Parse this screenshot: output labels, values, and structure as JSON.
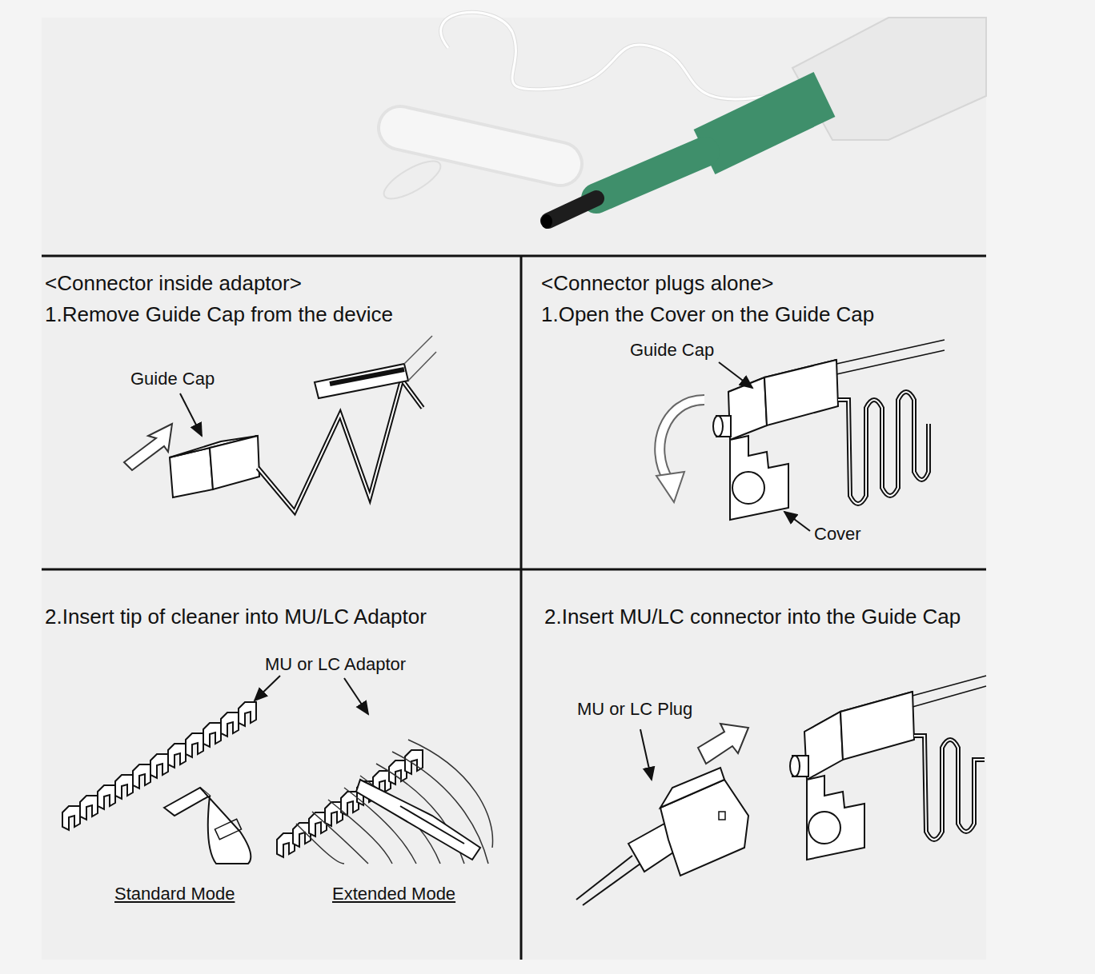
{
  "diagram": {
    "nodes": [
      {
        "text": [
          "<Connector inside adaptor>",
          "1.Remove Guide Cap from the device"
        ]
      },
      {
        "text": [
          "<Connector plugs alone>",
          "1.Open the Cover on the Guide Cap"
        ]
      },
      {
        "text": [
          "2.Insert tip of cleaner into MU/LC Adaptor"
        ]
      },
      {
        "text": [
          "2.Insert MU/LC connector into the Guide Cap"
        ]
      }
    ],
    "labels": [
      "Guide Cap",
      "Guide Cap",
      "Cover",
      "MU or LC Adaptor",
      "Standard Mode",
      "Extended Mode",
      "MU or LC Plug"
    ]
  }
}
